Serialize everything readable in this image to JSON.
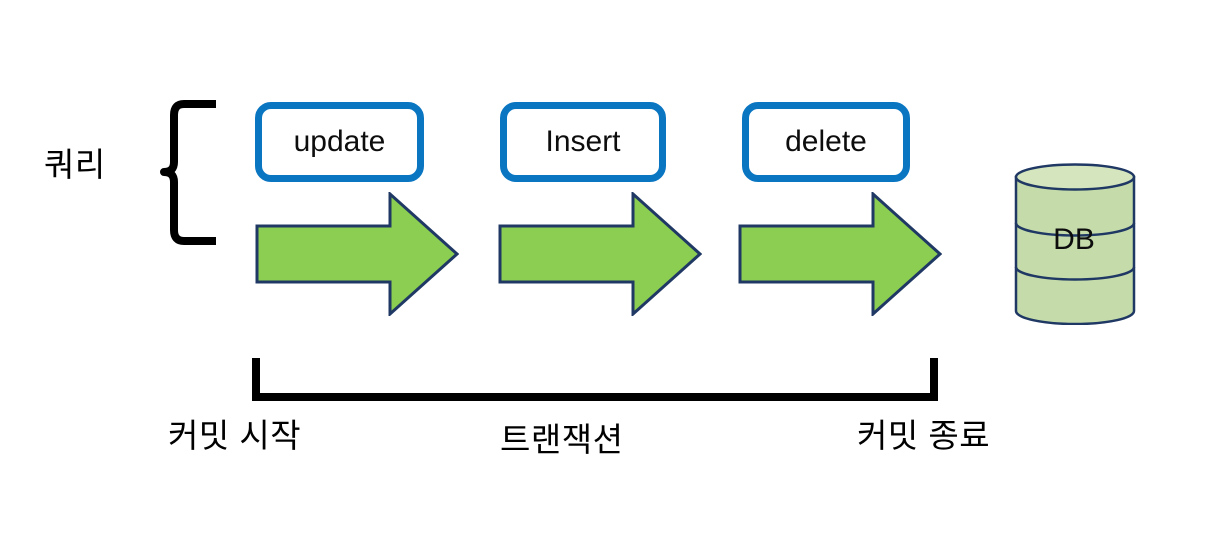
{
  "diagram": {
    "title_text": "쿼리",
    "colors": {
      "box_border": "#0A76C2",
      "arrow_fill": "#8CCE52",
      "arrow_stroke": "#1F3864",
      "cylinder_fill": "#C5DCAA",
      "cylinder_stroke": "#1F3864",
      "bracket": "#000000",
      "text": "#000000",
      "background": "#FFFFFF"
    },
    "query_bracket": {
      "label": "쿼리",
      "icon": "curly-brace-left-icon"
    },
    "operations": [
      {
        "label": "update",
        "arrow_icon": "right-arrow-icon"
      },
      {
        "label": "Insert",
        "arrow_icon": "right-arrow-icon"
      },
      {
        "label": "delete",
        "arrow_icon": "right-arrow-icon"
      }
    ],
    "database": {
      "label": "DB",
      "icon": "database-cylinder-icon"
    },
    "transaction_span": {
      "start_label": "커밋 시작",
      "middle_label": "트랜잭션",
      "end_label": "커밋 종료",
      "icon": "bottom-bracket-icon"
    }
  }
}
